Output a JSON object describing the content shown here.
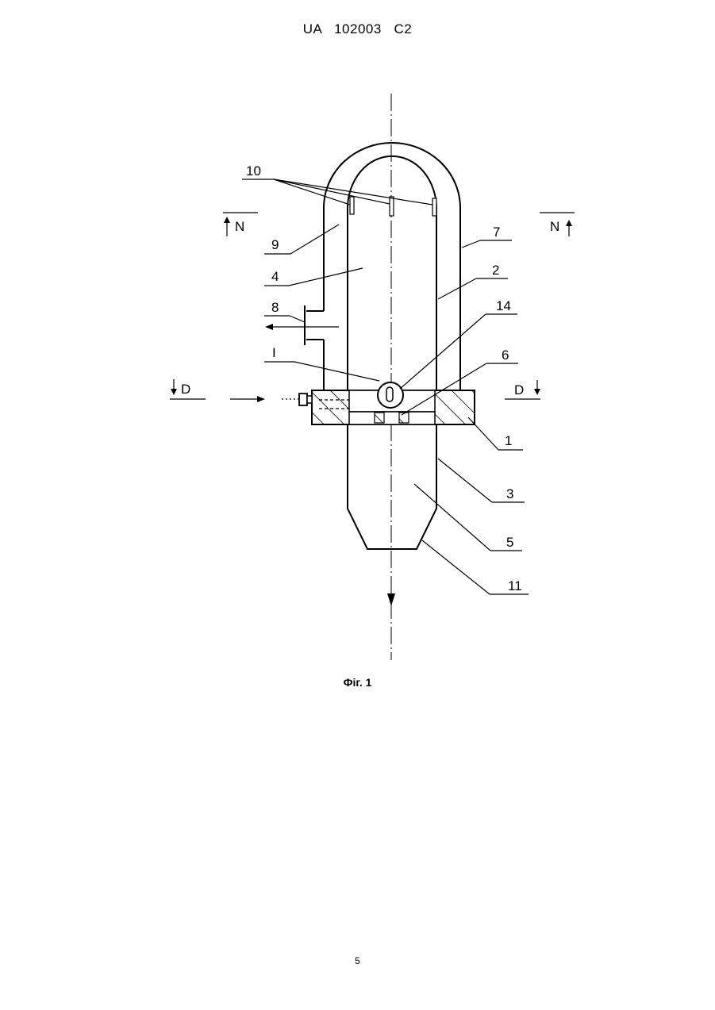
{
  "header": {
    "text": "UA   102003   C2"
  },
  "figure": {
    "caption": "Фіг. 1",
    "labels": {
      "l10": "10",
      "l9": "9",
      "l4": "4",
      "l8": "8",
      "lI": "I",
      "l7": "7",
      "l2": "2",
      "l14": "14",
      "l6": "6",
      "l1": "1",
      "l3": "3",
      "l5": "5",
      "l11": "11"
    },
    "section_marks": {
      "n_left": "N",
      "n_right": "N",
      "d_left": "D",
      "d_right": "D"
    }
  },
  "page": {
    "number": "5"
  }
}
